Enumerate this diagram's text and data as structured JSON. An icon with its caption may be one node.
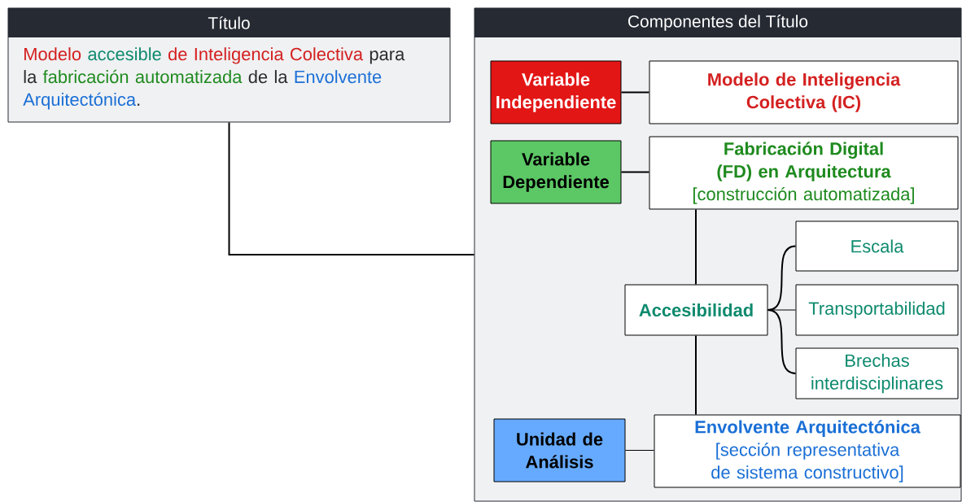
{
  "diagram": {
    "nodes": [
      {
        "text": [
          "Título",
          "Modelo",
          "accesible",
          "de Inteligencia Colectiva",
          "para la",
          "fabricación automatizada",
          "de la",
          "Envolvente Arquitectónica",
          "."
        ]
      },
      {
        "text": [
          "Componentes del Título"
        ]
      },
      {
        "text": [
          "Variable Independiente"
        ],
        "in": 1
      },
      {
        "text": [
          "Modelo de Inteligencia Colectiva (IC)"
        ],
        "in": 1
      },
      {
        "text": [
          "Variable Dependiente"
        ],
        "in": 1
      },
      {
        "text": [
          "**Fabricación Digital (FD) en Arquitectura** [construcción automatizada]"
        ],
        "in": 1
      },
      {
        "text": [
          "Accesibilidad"
        ],
        "in": 1
      },
      {
        "text": [
          "Escala"
        ],
        "in": 1
      },
      {
        "text": [
          "Transportabilidad"
        ],
        "in": 1
      },
      {
        "text": [
          "Brechas interdisciplinares"
        ],
        "in": 1
      },
      {
        "text": [
          "Unidad de Análisis"
        ],
        "in": 1
      },
      {
        "text": [
          "**Envolvente Arquitectónica** [sección representativa de sistema constructivo]"
        ],
        "in": 1
      }
    ],
    "edges": [
      {
        "from": 0,
        "to": 1,
        "arrow": "none"
      },
      {
        "from": 2,
        "to": 3,
        "arrow": "none"
      },
      {
        "from": 4,
        "to": 5,
        "arrow": "none"
      },
      {
        "from": 5,
        "to": 6,
        "arrow": "none"
      },
      {
        "from": 6,
        "to": 7,
        "arrow": "none"
      },
      {
        "from": 6,
        "to": 8,
        "arrow": "none"
      },
      {
        "from": 6,
        "to": 9,
        "arrow": "none"
      },
      {
        "from": 6,
        "to": 11,
        "arrow": "none"
      },
      {
        "from": 10,
        "to": 11,
        "arrow": "none"
      }
    ]
  }
}
